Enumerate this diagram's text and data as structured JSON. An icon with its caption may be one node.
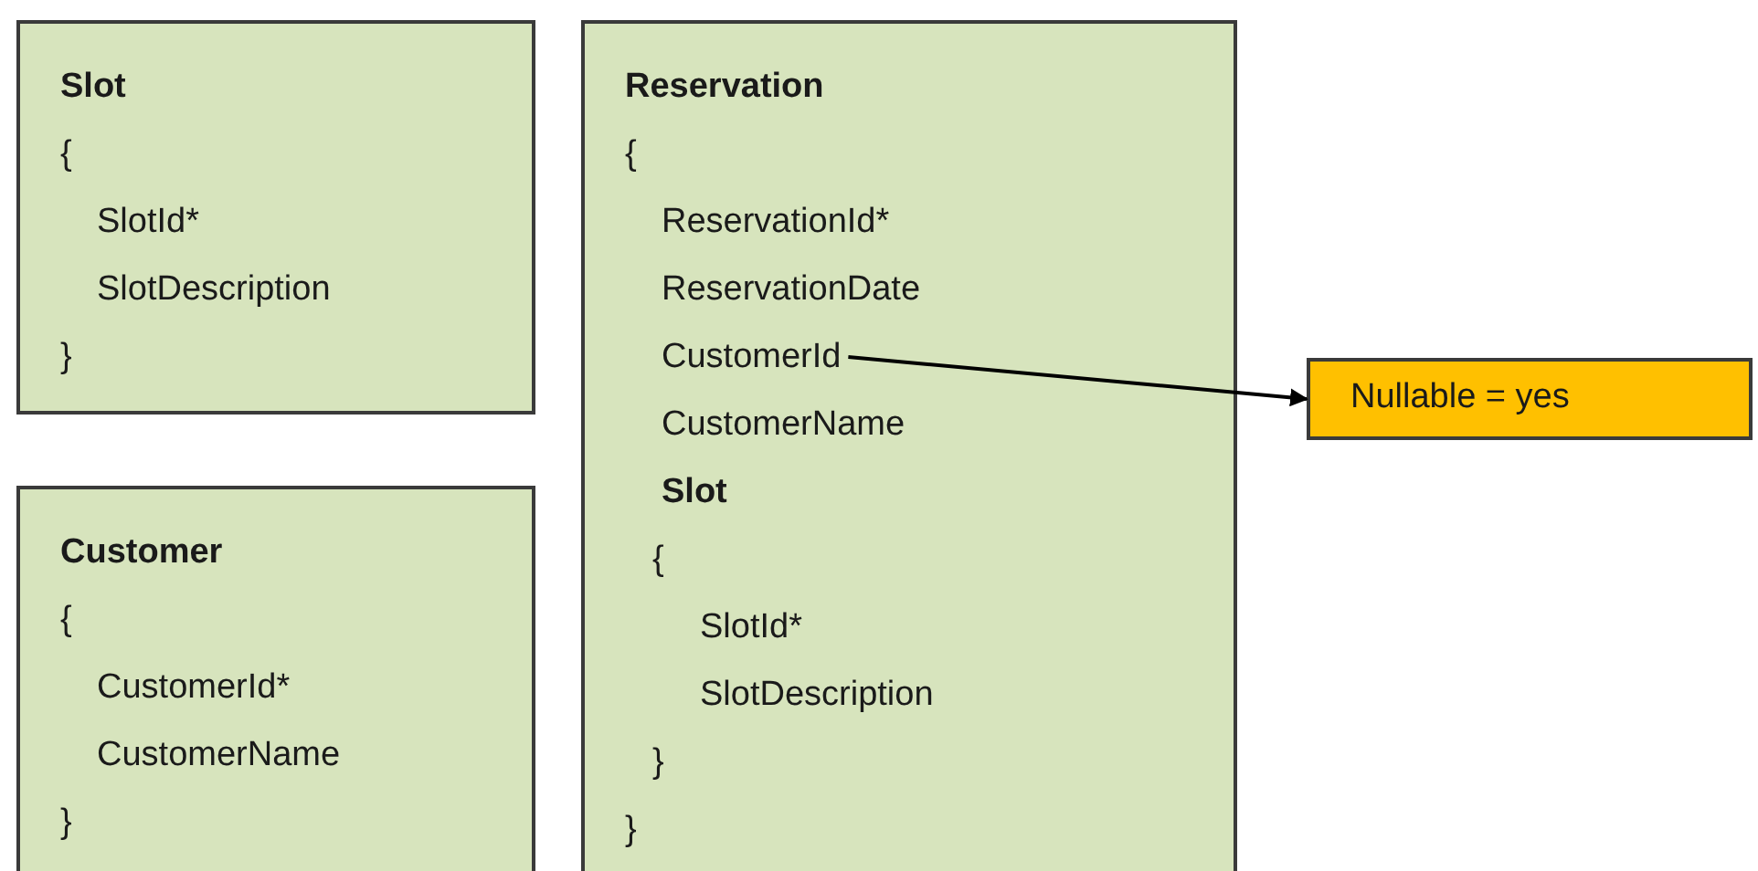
{
  "diagram": {
    "nodes": [
      {
        "text": [
          "Slot",
          "{",
          "SlotId*",
          "SlotDescription",
          "}"
        ]
      },
      {
        "text": [
          "Customer",
          "{",
          "CustomerId*",
          "CustomerName",
          "}"
        ]
      },
      {
        "text": [
          "Reservation",
          "{",
          "ReservationId*",
          "ReservationDate",
          "CustomerName",
          "Slot",
          "{",
          "SlotId*",
          "SlotDescription",
          "}",
          "}"
        ]
      },
      {
        "text": [
          "CustomerId"
        ],
        "in": 2
      },
      {
        "text": [
          "Nullable = yes"
        ]
      }
    ],
    "edges": [
      {
        "from": 3,
        "to": 4,
        "arrow": "to"
      }
    ]
  }
}
